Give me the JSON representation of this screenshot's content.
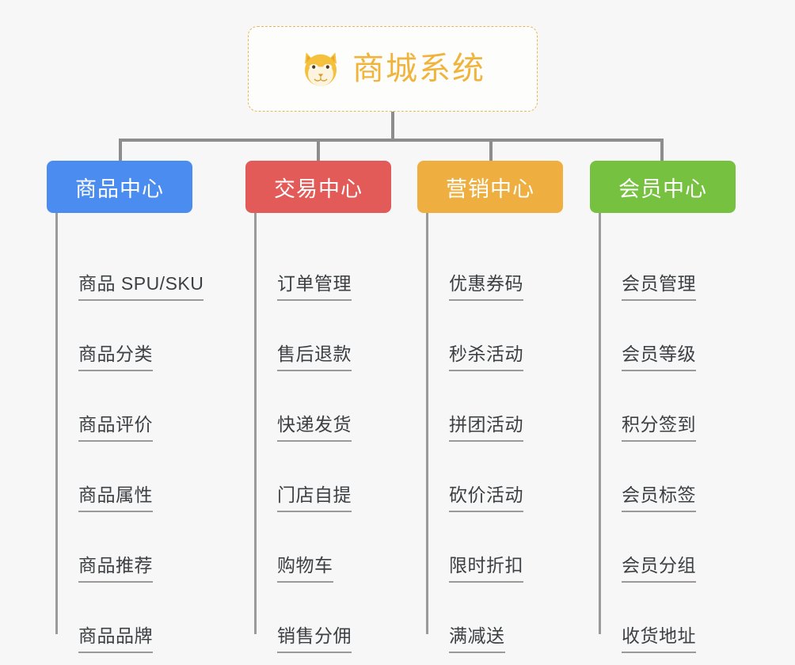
{
  "page": {
    "background_color": "#f7f7f7",
    "line_color": "#8d8d8d"
  },
  "root": {
    "title": "商城系统",
    "icon": "shiba-dog-emoji",
    "text_color": "#f0b43c",
    "border_color": "#e8b65a",
    "background_color": "#fdfdfc"
  },
  "columns": [
    {
      "id": "product-center",
      "label": "商品中心",
      "color": "#4a8cf0",
      "items": [
        "商品 SPU/SKU",
        "商品分类",
        "商品评价",
        "商品属性",
        "商品推荐",
        "商品品牌"
      ]
    },
    {
      "id": "trade-center",
      "label": "交易中心",
      "color": "#e35b58",
      "items": [
        "订单管理",
        "售后退款",
        "快递发货",
        "门店自提",
        "购物车",
        "销售分佣"
      ]
    },
    {
      "id": "marketing-center",
      "label": "营销中心",
      "color": "#eeaf40",
      "items": [
        "优惠券码",
        "秒杀活动",
        "拼团活动",
        "砍价活动",
        "限时折扣",
        "满减送"
      ]
    },
    {
      "id": "member-center",
      "label": "会员中心",
      "color": "#76c140",
      "items": [
        "会员管理",
        "会员等级",
        "积分签到",
        "会员标签",
        "会员分组",
        "收货地址"
      ]
    }
  ]
}
